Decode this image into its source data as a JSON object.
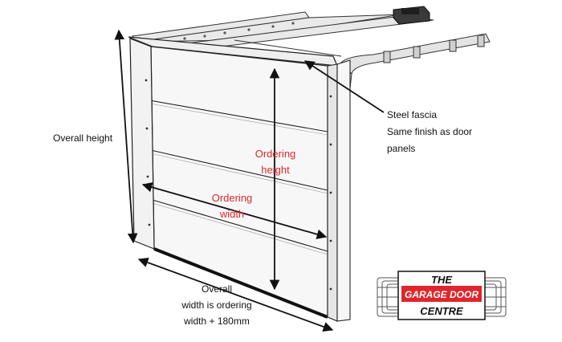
{
  "labels": {
    "overall_height": "Overall height",
    "ordering_height_1": "Ordering",
    "ordering_height_2": "height",
    "ordering_width_1": "Ordering",
    "ordering_width_2": "width",
    "fascia_1": "Steel fascia",
    "fascia_2": "Same finish as door",
    "fascia_3": "panels",
    "overall_width_1": "Overall",
    "overall_width_2": "width is ordering",
    "overall_width_3": "width + 180mm"
  },
  "logo": {
    "line1": "THE",
    "line2": "GARAGE DOOR",
    "line3": "CENTRE"
  },
  "colors": {
    "accent_red": "#e0262b",
    "line": "#1a1a1a",
    "panel": "#f7f7f7"
  }
}
